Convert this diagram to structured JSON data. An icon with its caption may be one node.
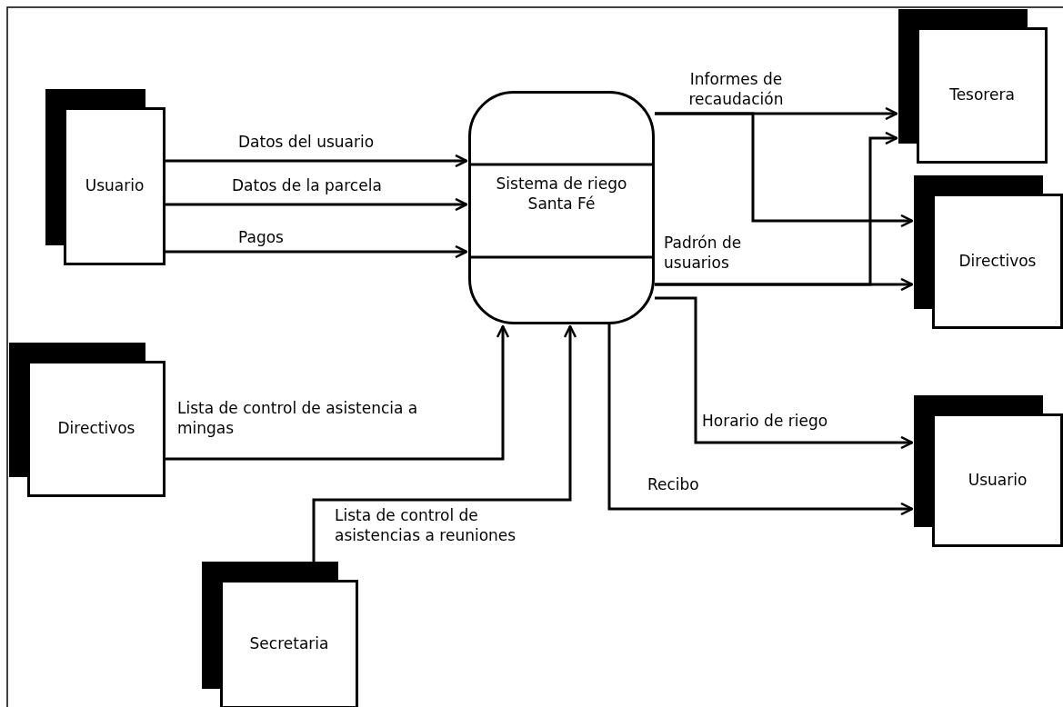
{
  "diagram": {
    "nodes": [
      {
        "text": [
          "Usuario"
        ]
      },
      {
        "text": [
          "Sistema de riego Santa Fé"
        ]
      },
      {
        "text": [
          "Tesorera"
        ]
      },
      {
        "text": [
          "Directivos"
        ]
      },
      {
        "text": [
          "Directivos"
        ]
      },
      {
        "text": [
          "Usuario"
        ]
      },
      {
        "text": [
          "Secretaria"
        ]
      }
    ],
    "edges": [
      {
        "from": 0,
        "to": 1,
        "arrow": "to",
        "label": "Datos del usuario"
      },
      {
        "from": 0,
        "to": 1,
        "arrow": "to",
        "label": "Datos de la parcela"
      },
      {
        "from": 0,
        "to": 1,
        "arrow": "to",
        "label": "Pagos"
      },
      {
        "from": 1,
        "to": 2,
        "arrow": "to",
        "label": "Informes de recaudación"
      },
      {
        "from": 1,
        "to": 3,
        "arrow": "to"
      },
      {
        "from": 1,
        "to": 3,
        "arrow": "to",
        "label": "Padrón de usuarios"
      },
      {
        "from": 1,
        "to": 2,
        "arrow": "to"
      },
      {
        "from": 1,
        "to": 5,
        "arrow": "to",
        "label": "Horario de riego"
      },
      {
        "from": 1,
        "to": 5,
        "arrow": "to",
        "label": "Recibo"
      },
      {
        "from": 4,
        "to": 1,
        "arrow": "to",
        "label": "Lista de control de asistencia a mingas"
      },
      {
        "from": 6,
        "to": 1,
        "arrow": "to",
        "label": "Lista de control de asistencias a reuniones"
      }
    ]
  }
}
